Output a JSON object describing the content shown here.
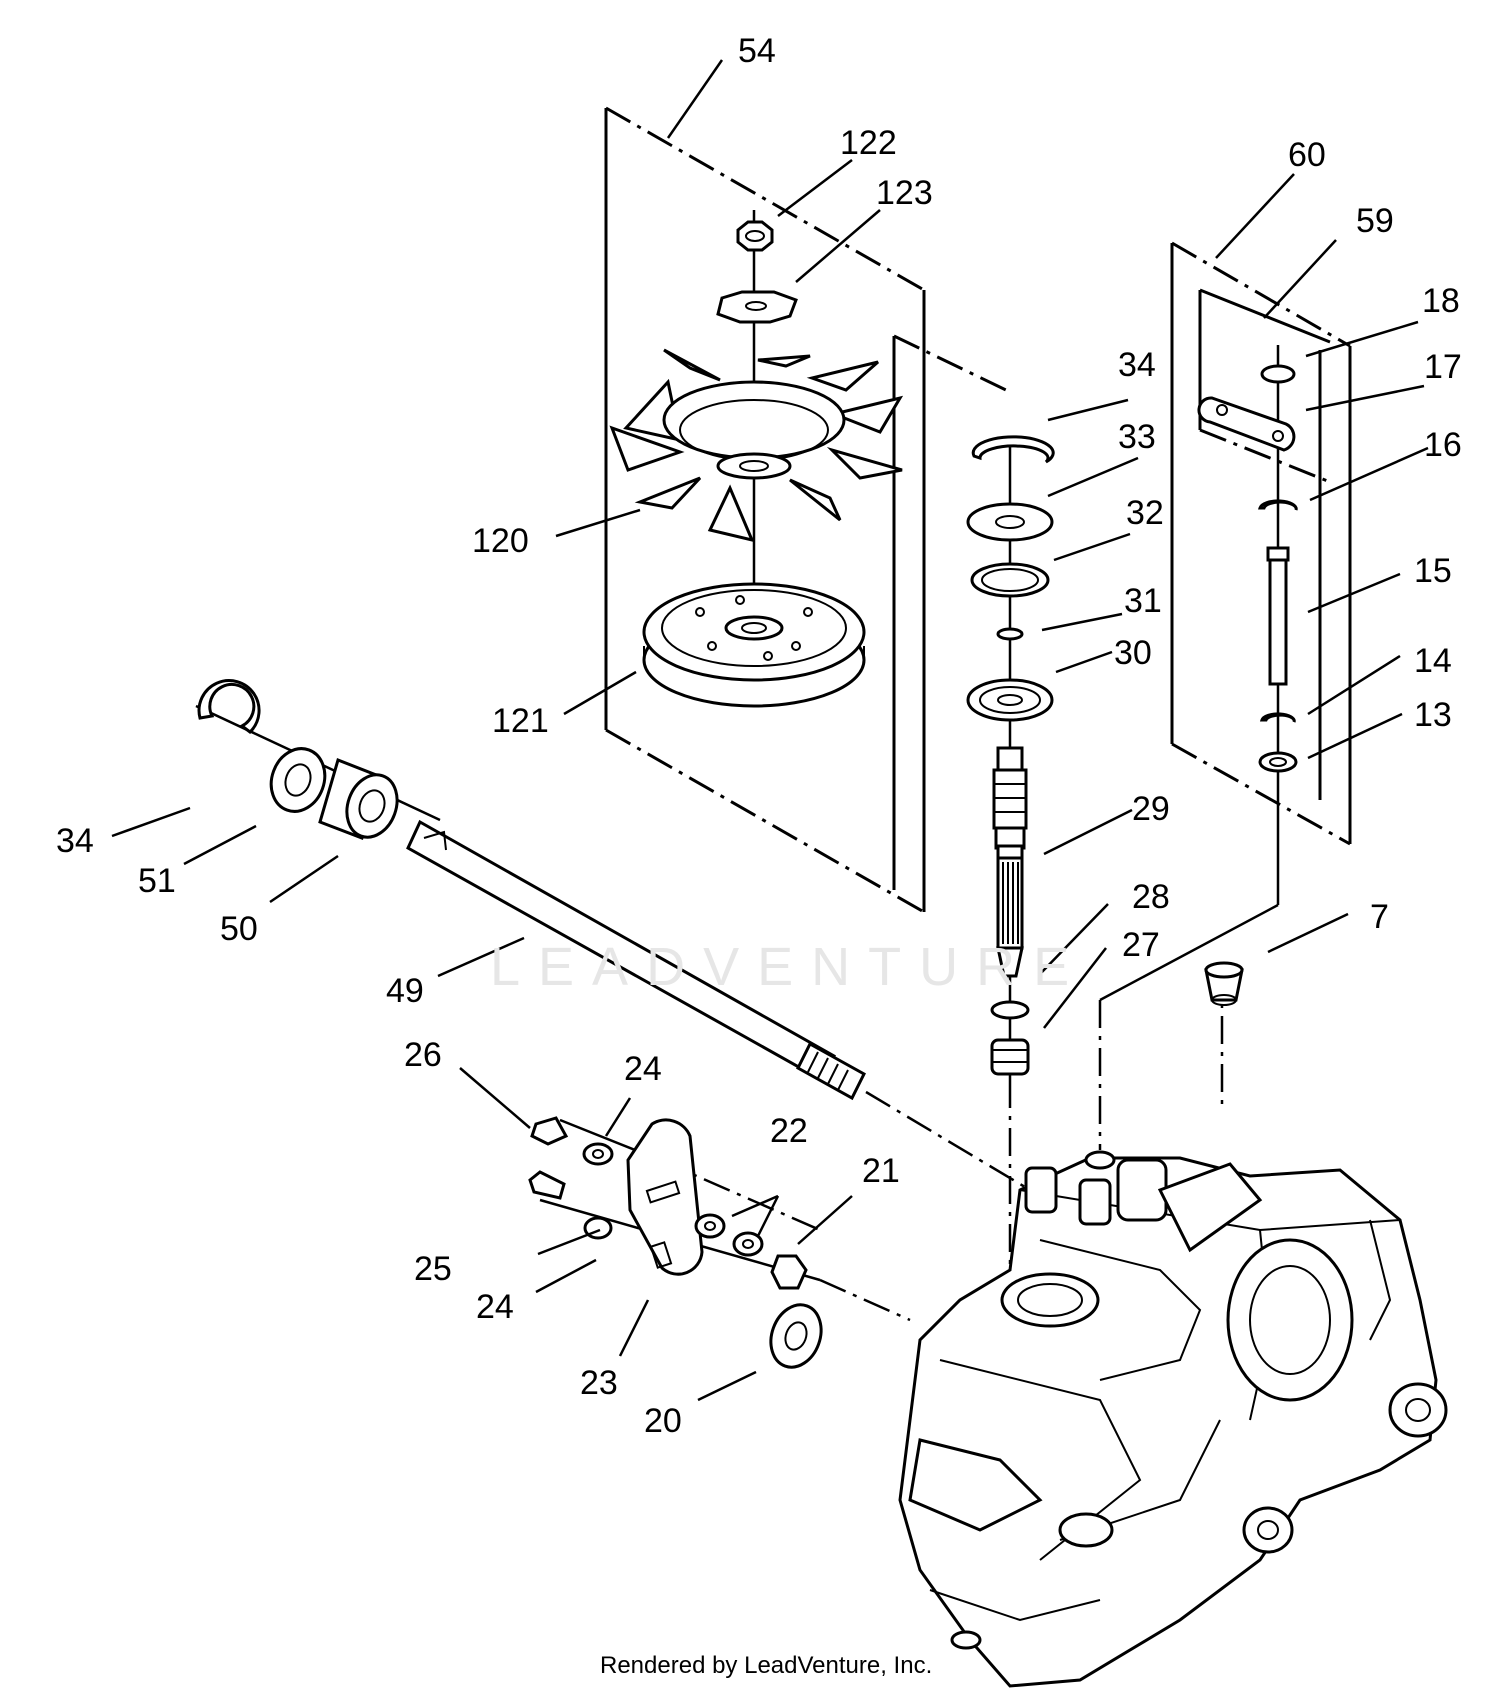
{
  "callouts": [
    "54",
    "122",
    "123",
    "60",
    "59",
    "18",
    "17",
    "34",
    "16",
    "33",
    "32",
    "120",
    "15",
    "31",
    "30",
    "14",
    "13",
    "121",
    "29",
    "34",
    "51",
    "50",
    "28",
    "27",
    "7",
    "49",
    "26",
    "24",
    "22",
    "21",
    "25",
    "24",
    "23",
    "20"
  ],
  "watermark": "LEADVENTURE",
  "credit": "Rendered by LeadVenture, Inc."
}
